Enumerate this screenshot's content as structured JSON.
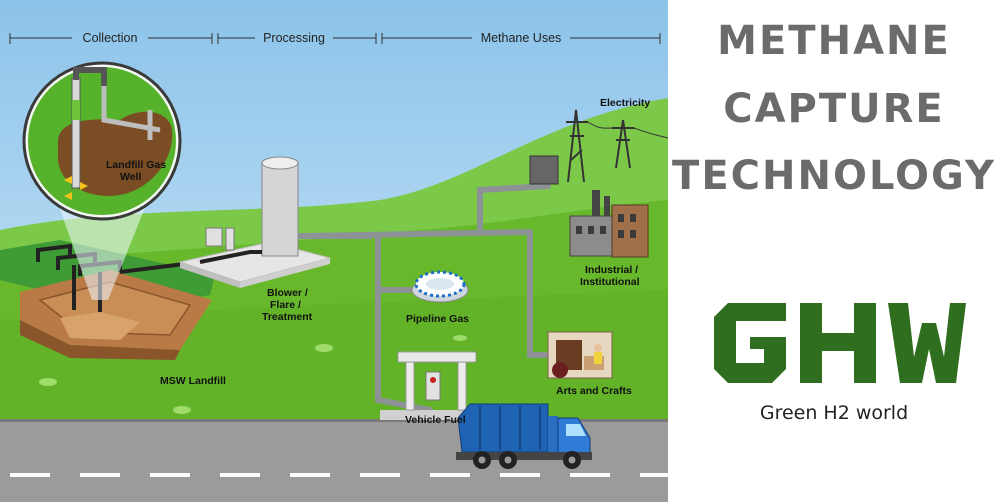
{
  "sections": {
    "collection": "Collection",
    "processing": "Processing",
    "uses": "Methane Uses"
  },
  "labels": {
    "landfill_gas_well_1": "Landfill Gas",
    "landfill_gas_well_2": "Well",
    "msw_landfill": "MSW Landfill",
    "blower_1": "Blower /",
    "blower_2": "Flare /",
    "blower_3": "Treatment",
    "pipeline_gas": "Pipeline Gas",
    "vehicle_fuel": "Vehicle Fuel",
    "electricity": "Electricity",
    "industrial_1": "Industrial /",
    "industrial_2": "Institutional",
    "arts": "Arts and Crafts"
  },
  "title": {
    "line1": "METHANE",
    "line2": "CAPTURE",
    "line3": "TECHNOLOGY"
  },
  "logo": {
    "text": "GHW",
    "color": "#2e6e1e"
  },
  "tagline": "Green H2 world",
  "colors": {
    "sky": "#a9d3ef",
    "grass": "#6cbf2d",
    "road": "#9a9a9a",
    "pipe": "#8d9296",
    "truck": "#1f63b5"
  }
}
